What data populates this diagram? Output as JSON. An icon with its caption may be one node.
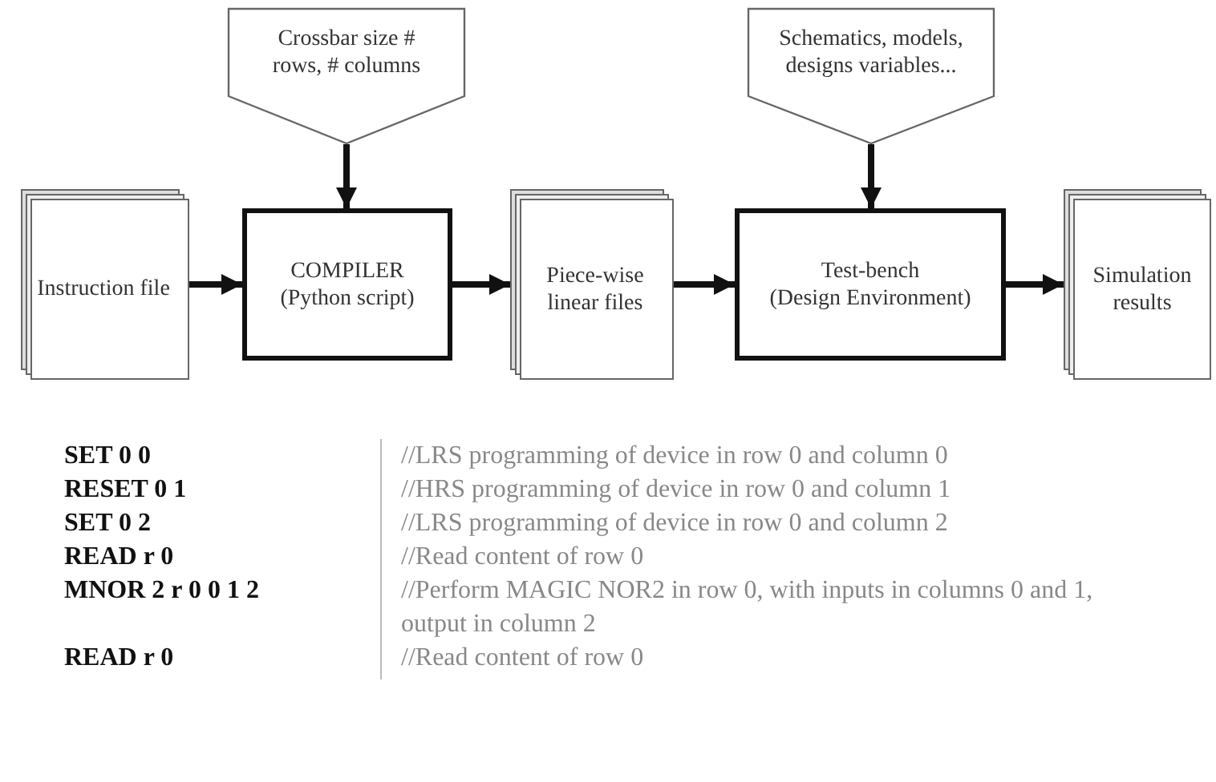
{
  "diagram": {
    "nodes": [
      {
        "text": [
          "Crossbar size # rows, # columns"
        ]
      },
      {
        "text": [
          "Schematics, models, designs variables..."
        ]
      },
      {
        "text": [
          "Instruction file"
        ]
      },
      {
        "text": [
          "COMPILER",
          "(Python script)"
        ]
      },
      {
        "text": [
          "Piece-wise linear files"
        ]
      },
      {
        "text": [
          "Test-bench",
          "(Design Environment)"
        ]
      },
      {
        "text": [
          "Simulation results"
        ]
      }
    ],
    "edges": [
      {
        "from": 0,
        "to": 3,
        "arrow": "to"
      },
      {
        "from": 1,
        "to": 5,
        "arrow": "to"
      },
      {
        "from": 2,
        "to": 3,
        "arrow": "to"
      },
      {
        "from": 3,
        "to": 4,
        "arrow": "to"
      },
      {
        "from": 4,
        "to": 5,
        "arrow": "to"
      },
      {
        "from": 5,
        "to": 6,
        "arrow": "to"
      }
    ],
    "labels": [
      "SET 0 0",
      "//LRS programming of device in row 0 and column 0",
      "RESET 0 1",
      "//HRS programming of device in row 0 and column 1",
      "SET 0 2",
      "//LRS programming of device in row 0 and column 2",
      "READ r 0",
      "//Read content of row 0",
      "MNOR 2 r 0 0 1 2",
      "//Perform MAGIC NOR2 in row 0, with inputs in columns 0 and 1, output in column 2",
      "READ r 0",
      "//Read content of row 0"
    ]
  }
}
